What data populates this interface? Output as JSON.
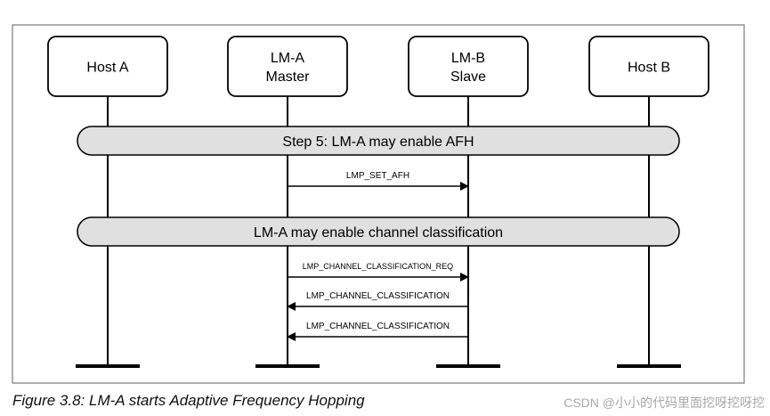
{
  "entities": [
    {
      "id": "host-a",
      "lines": [
        "Host A"
      ]
    },
    {
      "id": "lm-a",
      "lines": [
        "LM-A",
        "Master"
      ]
    },
    {
      "id": "lm-b",
      "lines": [
        "LM-B",
        "Slave"
      ]
    },
    {
      "id": "host-b",
      "lines": [
        "Host B"
      ]
    }
  ],
  "steps": [
    {
      "label": "Step 5: LM-A may enable AFH"
    },
    {
      "label": "LM-A may enable channel classification"
    }
  ],
  "messages": [
    {
      "label": "LMP_SET_AFH",
      "from": "lm-a",
      "to": "lm-b"
    },
    {
      "label": "LMP_CHANNEL_CLASSIFICATION_REQ",
      "from": "lm-a",
      "to": "lm-b"
    },
    {
      "label": "LMP_CHANNEL_CLASSIFICATION",
      "from": "lm-b",
      "to": "lm-a"
    },
    {
      "label": "LMP_CHANNEL_CLASSIFICATION",
      "from": "lm-b",
      "to": "lm-a"
    }
  ],
  "caption": "Figure 3.8:  LM-A starts Adaptive Frequency Hopping",
  "watermark": "CSDN @小小的代码里面挖呀挖呀挖"
}
